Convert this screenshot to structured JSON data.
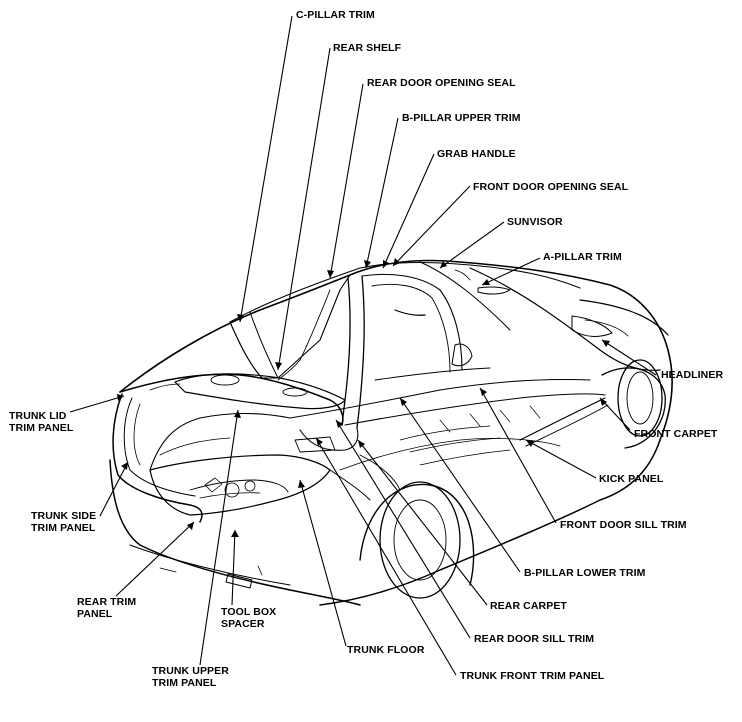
{
  "diagram": {
    "labels": {
      "c_pillar_trim": "C-PILLAR TRIM",
      "rear_shelf": "REAR SHELF",
      "rear_door_opening_seal": "REAR DOOR OPENING SEAL",
      "b_pillar_upper_trim": "B-PILLAR UPPER TRIM",
      "grab_handle": "GRAB HANDLE",
      "front_door_opening_seal": "FRONT DOOR OPENING SEAL",
      "sunvisor": "SUNVISOR",
      "a_pillar_trim": "A-PILLAR TRIM",
      "headliner": "HEADLINER",
      "front_carpet": "FRONT CARPET",
      "kick_panel": "KICK PANEL",
      "front_door_sill_trim": "FRONT DOOR SILL TRIM",
      "b_pillar_lower_trim": "B-PILLAR LOWER TRIM",
      "rear_carpet": "REAR CARPET",
      "rear_door_sill_trim": "REAR DOOR SILL TRIM",
      "trunk_front_trim_panel": "TRUNK FRONT TRIM PANEL",
      "trunk_floor": "TRUNK FLOOR",
      "trunk_upper_trim_panel_l1": "TRUNK UPPER",
      "trunk_upper_trim_panel_l2": "TRIM PANEL",
      "tool_box_spacer_l1": "TOOL BOX",
      "tool_box_spacer_l2": "SPACER",
      "rear_trim_panel_l1": "REAR TRIM",
      "rear_trim_panel_l2": "PANEL",
      "trunk_side_trim_panel_l1": "TRUNK SIDE",
      "trunk_side_trim_panel_l2": "TRIM PANEL",
      "trunk_lid_trim_panel_l1": "TRUNK LID",
      "trunk_lid_trim_panel_l2": "TRIM PANEL"
    }
  }
}
